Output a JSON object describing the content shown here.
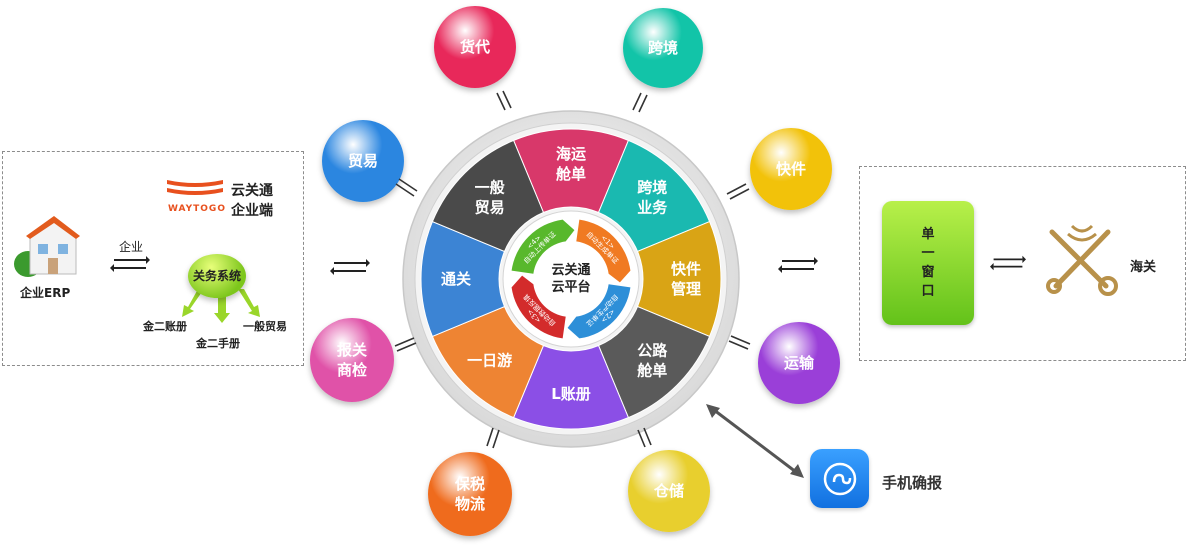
{
  "left_panel": {
    "erp_label": "企业ERP",
    "enterprise_label": "企业",
    "brand_logo_text": "WAYTOGO",
    "brand_name_line1": "云关通",
    "brand_name_line2": "企业端",
    "system_label": "关务系统",
    "sub_items": [
      "金二账册",
      "金二手册",
      "一般贸易"
    ]
  },
  "center": {
    "title_line1": "云关通",
    "title_line2": "云平台",
    "segments": [
      {
        "label": "海运\n舱单",
        "color": "#d8386a"
      },
      {
        "label": "跨境\n业务",
        "color": "#1ab9b0"
      },
      {
        "label": "快件\n管理",
        "color": "#d9a415"
      },
      {
        "label": "公路\n舱单",
        "color": "#5a5a5a"
      },
      {
        "label": "L账册",
        "color": "#8b4fe6"
      },
      {
        "label": "一日游",
        "color": "#ee8433"
      },
      {
        "label": "通关",
        "color": "#3c84d4"
      },
      {
        "label": "一般\n贸易",
        "color": "#4a4a4a"
      }
    ],
    "arrows": [
      {
        "label": "<1>\n自动生成单证",
        "color": "#f07a22"
      },
      {
        "label": "<2>\n自动产生单证",
        "color": "#2d8fd8"
      },
      {
        "label": "<3>\n自动数据反填",
        "color": "#d32b2b"
      },
      {
        "label": "<4>\n自动上传单证",
        "color": "#58b82c"
      }
    ]
  },
  "bubbles": [
    {
      "label": "货代",
      "color": "#e8285a"
    },
    {
      "label": "跨境",
      "color": "#12c4a8"
    },
    {
      "label": "贸易",
      "color": "#2b86e0"
    },
    {
      "label": "快件",
      "color": "#f2c20a"
    },
    {
      "label": "报关\n商检",
      "color": "#e052a8"
    },
    {
      "label": "运输",
      "color": "#9a3fd8"
    },
    {
      "label": "保税\n物流",
      "color": "#ef6b1d"
    },
    {
      "label": "仓储",
      "color": "#e8cf2e"
    }
  ],
  "right_panel": {
    "single_window_label": "单\n一\n窗\n口",
    "customs_label": "海关"
  },
  "mobile": {
    "label": "手机确报"
  }
}
